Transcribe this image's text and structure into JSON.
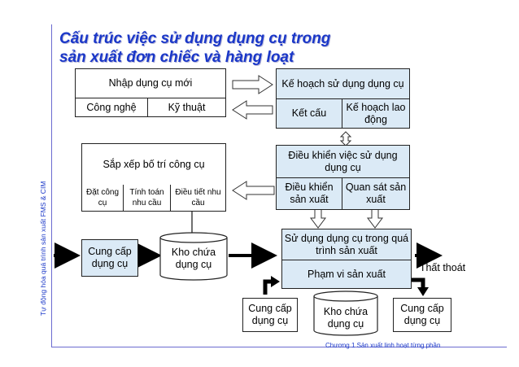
{
  "title": {
    "line1": "Cấu trúc việc sử dụng dụng cụ trong",
    "line2": "sản xuất đơn chiếc và hàng loạt"
  },
  "side_label": "Tự động hóa quá trình sản xuất FMS & CIM",
  "footer": "Chương 1 Sản xuất linh hoạt từng phần",
  "boxes": {
    "new_tools": {
      "title": "Nhập dụng cụ mới",
      "cell1": "Công nghệ",
      "cell2": "Kỹ thuật"
    },
    "plan": {
      "title": "Kế hoạch sử dụng dụng cụ",
      "cell1": "Kết cấu",
      "cell2": "Kế hoạch lao động"
    },
    "arrange": {
      "title": "Sắp xếp bố trí công cụ",
      "cell1": "Đặt công cụ",
      "cell2": "Tính toán nhu cầu",
      "cell3": "Điều tiết nhu cầu"
    },
    "control": {
      "title": "Điều khiển việc sử dụng dụng cụ",
      "cell1": "Điều khiển sản xuất",
      "cell2": "Quan sát sản xuất"
    },
    "supply_left": "Cung cấp dụng cụ",
    "storage_left": "Kho chứa dụng cụ",
    "use": {
      "title": "Sử dụng dụng cụ trong quá trình sản xuất",
      "cell1": "Phạm vi sản xuất"
    },
    "loss": "Thất thoát",
    "supply_bottom_left": "Cung cấp dụng cụ",
    "storage_bottom": "Kho chứa dụng cụ",
    "supply_bottom_right": "Cung cấp dụng cụ"
  },
  "colors": {
    "title": "#1a37c8",
    "box_fill": "#dbeaf6",
    "border": "#222222"
  }
}
